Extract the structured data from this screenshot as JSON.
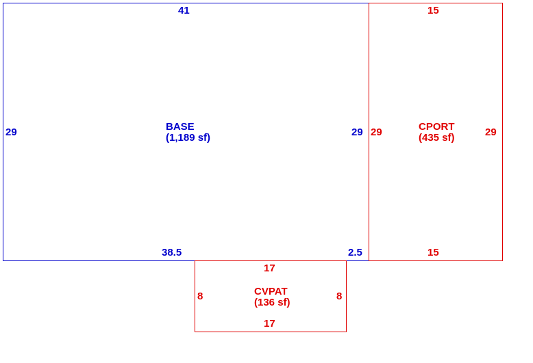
{
  "colors": {
    "base": "#0000CC",
    "addition": "#E00000"
  },
  "base": {
    "name": "BASE",
    "area": "(1,189 sf)",
    "top": "41",
    "left": "29",
    "right": "29",
    "bottom_main": "38.5",
    "bottom_offset": "2.5"
  },
  "cport": {
    "name": "CPORT",
    "area": "(435 sf)",
    "top": "15",
    "left": "29",
    "right": "29",
    "bottom": "15"
  },
  "cvpat": {
    "name": "CVPAT",
    "area": "(136 sf)",
    "top": "17",
    "left": "8",
    "right": "8",
    "bottom": "17"
  }
}
